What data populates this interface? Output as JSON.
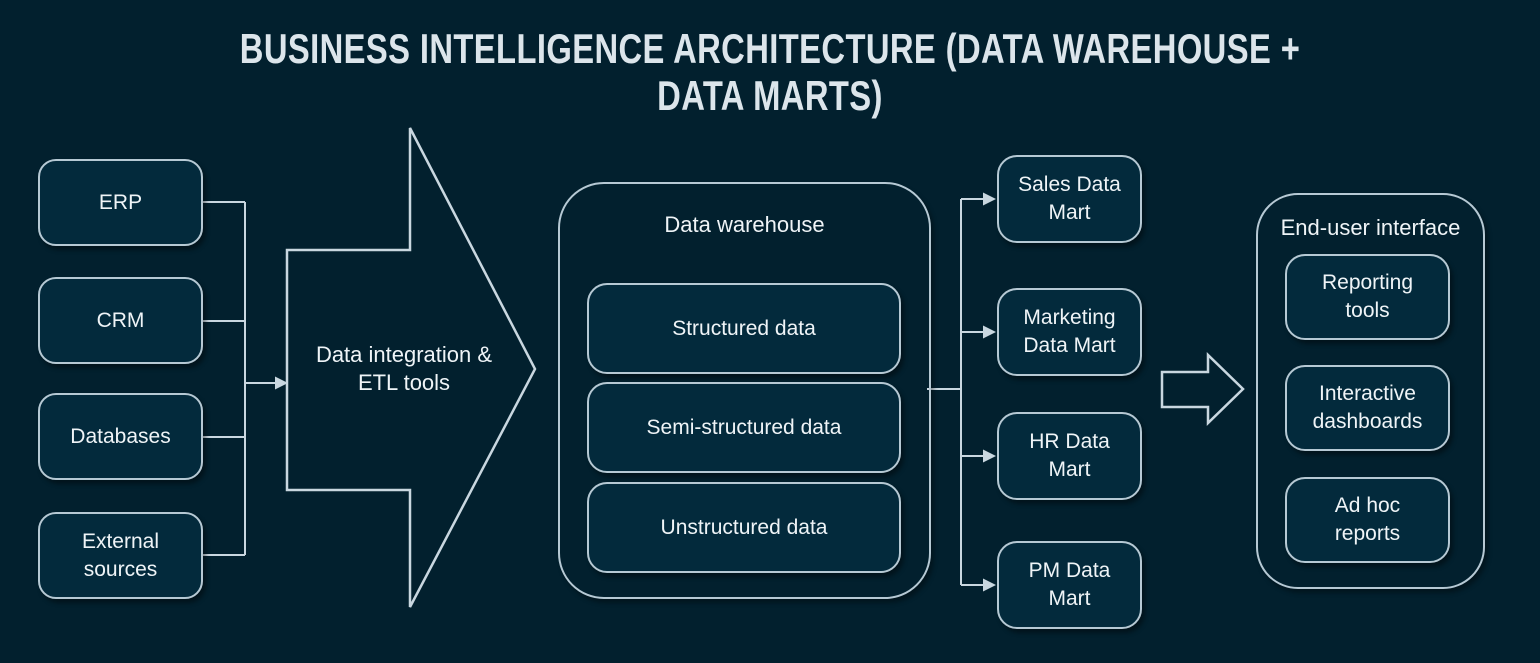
{
  "title": {
    "line1": "BUSINESS INTELLIGENCE ARCHITECTURE (DATA WAREHOUSE +",
    "line2": "DATA MARTS)"
  },
  "sources": [
    "ERP",
    "CRM",
    "Databases",
    "External sources"
  ],
  "etl": {
    "label": "Data integration & ETL tools"
  },
  "warehouse": {
    "title": "Data warehouse",
    "items": [
      "Structured data",
      "Semi-structured data",
      "Unstructured data"
    ]
  },
  "data_marts": [
    "Sales Data Mart",
    "Marketing Data Mart",
    "HR Data Mart",
    "PM Data Mart"
  ],
  "end_user": {
    "title": "End-user interface",
    "items": [
      "Reporting tools",
      "Interactive dashboards",
      "Ad hoc reports"
    ]
  },
  "colors": {
    "background": "#02202E",
    "box_fill": "#032A3C",
    "border": "#B6C9D4",
    "line": "#C9D7E0",
    "text": "#EFF4F7",
    "title_text": "#DCE5EB"
  }
}
